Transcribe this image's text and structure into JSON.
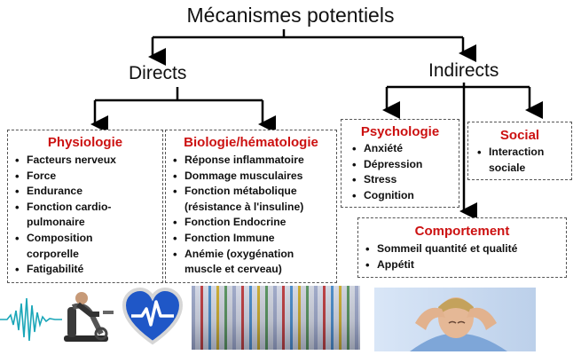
{
  "title": "Mécanismes potentiels",
  "branches": {
    "direct": "Directs",
    "indirect": "Indirects"
  },
  "physiology": {
    "title": "Physiologie",
    "items": [
      "Facteurs nerveux",
      "Force",
      "Endurance",
      "Fonction cardio-",
      "pulmonaire",
      "Composition",
      "corporelle",
      "Fatigabilité"
    ]
  },
  "biology": {
    "title": "Biologie/hématologie",
    "items": [
      "Réponse inflammatoire",
      "Dommage musculaires",
      "Fonction métabolique",
      "(résistance à l'insuline)",
      "Fonction Endocrine",
      "Fonction Immune",
      "Anémie (oxygénation",
      "muscle et cerveau)"
    ]
  },
  "psychology": {
    "title": "Psychologie",
    "items": [
      "Anxiété",
      "Dépression",
      "Stress",
      "Cognition"
    ]
  },
  "social": {
    "title": "Social",
    "items": [
      "Interaction",
      "sociale"
    ]
  },
  "behavior": {
    "title": "Comportement",
    "items": [
      "Sommeil quantité et qualité",
      "Appétit"
    ]
  },
  "colors": {
    "heading_red": "#cc1111",
    "heart_blue": "#1f57c7",
    "wave_cyan": "#1aa6b8"
  },
  "images": {
    "wave": "sound-wave-icon",
    "bike": "exercise-bike-icon",
    "heart": "heart-rate-icon",
    "tubes": "test-tubes-photo",
    "person": "tired-person-photo"
  }
}
